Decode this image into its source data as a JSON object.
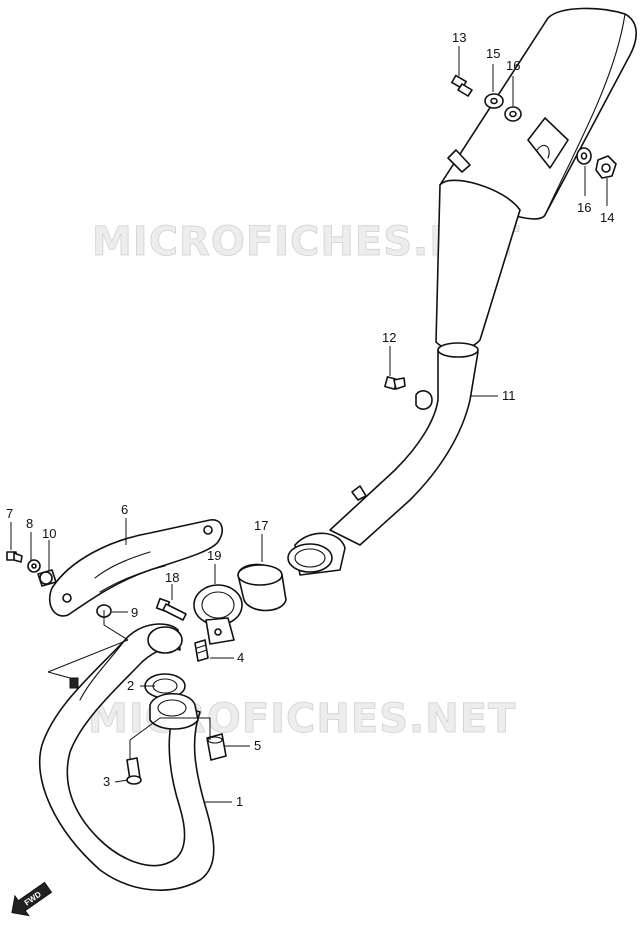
{
  "watermark": {
    "text": "MICROFICHES.NET"
  },
  "direction_badge": {
    "text": "FWD"
  },
  "callouts": {
    "c1": "1",
    "c2": "2",
    "c3": "3",
    "c4": "4",
    "c5": "5",
    "c6": "6",
    "c7": "7",
    "c8": "8",
    "c9": "9",
    "c10": "10",
    "c11": "11",
    "c12": "12",
    "c13": "13",
    "c14": "14",
    "c15": "15",
    "c16a": "16",
    "c16b": "16",
    "c17": "17",
    "c18": "18",
    "c19": "19"
  }
}
